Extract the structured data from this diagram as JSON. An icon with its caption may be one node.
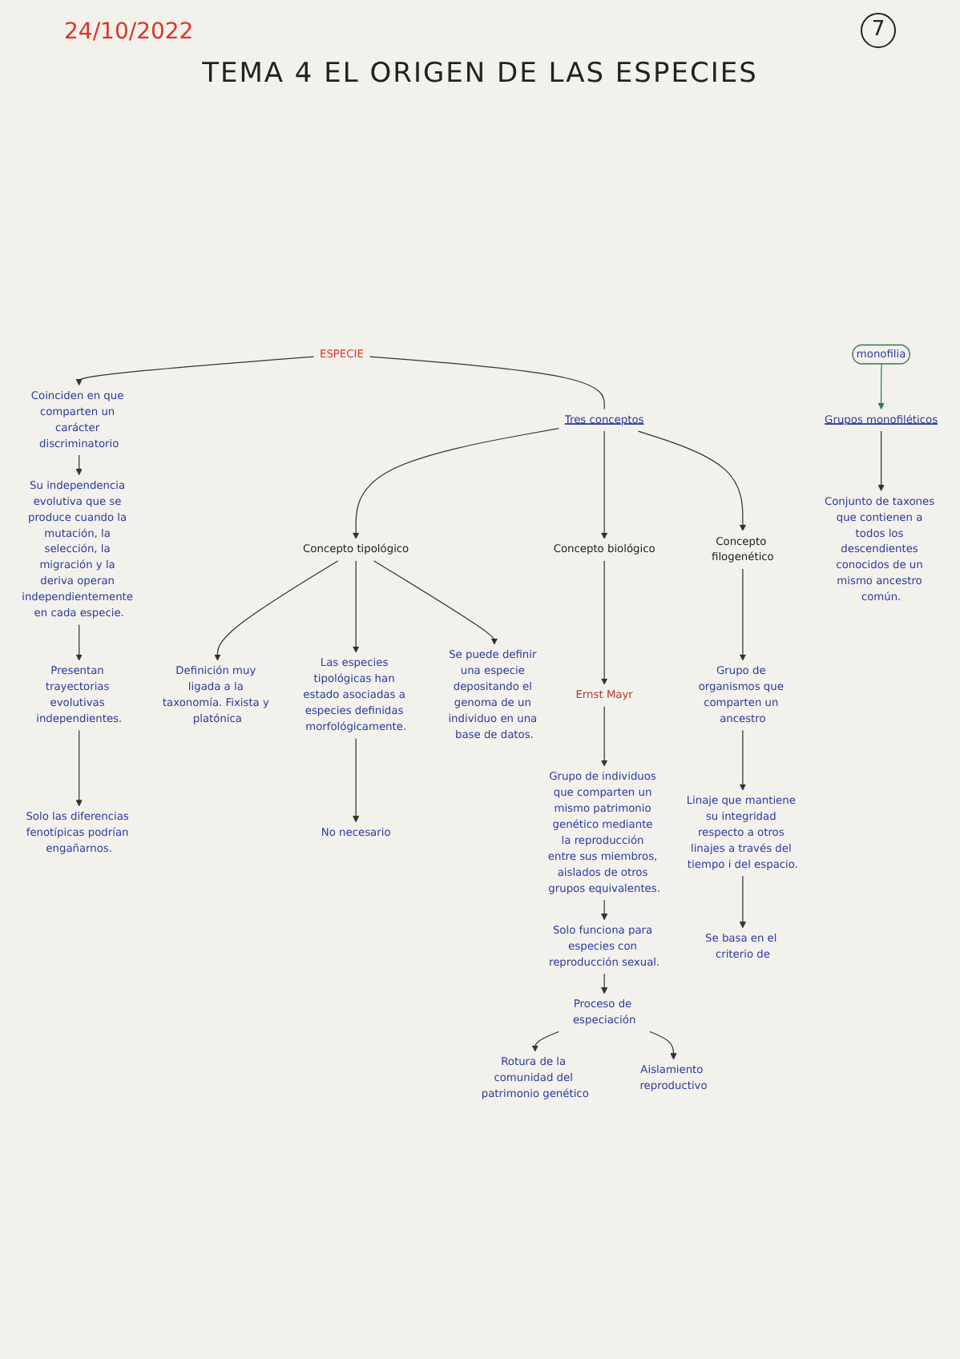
{
  "diagram": {
    "title": "TEMA 4 EL ORIGEN DE LAS ESPECIES",
    "nodes": [
      {
        "text": [
          "ESPECIE"
        ]
      },
      {
        "text": [
          "Coinciden en que comparten un carácter discriminatorio"
        ]
      },
      {
        "text": [
          "Su independencia evolutiva que se produce cuando la mutación, la selección, la migración y la deriva operan independientemente en cada especie."
        ]
      },
      {
        "text": [
          "Presentan trayectorias evolutivas independientes."
        ]
      },
      {
        "text": [
          "Solo las diferencias fenotípicas podrían engañarnos."
        ]
      },
      {
        "text": [
          "Tres conceptos"
        ]
      },
      {
        "text": [
          "Concepto tipológico"
        ]
      },
      {
        "text": [
          "Definición muy ligada a la taxonomía. Fixista y platónica"
        ]
      },
      {
        "text": [
          "Las especies tipológicas han estado asociadas a especies definidas morfológicamente."
        ]
      },
      {
        "text": [
          "No necesario"
        ]
      },
      {
        "text": [
          "Se puede definir una especie depositando el genoma de un individuo en una base de datos."
        ]
      },
      {
        "text": [
          "Concepto biológico"
        ]
      },
      {
        "text": [
          "Ernst Mayr"
        ]
      },
      {
        "text": [
          "Grupo de individuos que comparten un mismo patrimonio genético mediante la reproducción entre sus miembros, aislados de otros grupos equivalentes."
        ]
      },
      {
        "text": [
          "Solo funciona para especies con reproducción sexual."
        ]
      },
      {
        "text": [
          "Proceso de especiación"
        ]
      },
      {
        "text": [
          "Rotura de la comunidad del patrimonio genético"
        ]
      },
      {
        "text": [
          "Aislamiento reproductivo"
        ]
      },
      {
        "text": [
          "Concepto filogenético"
        ]
      },
      {
        "text": [
          "Grupo de organismos que comparten un ancestro"
        ]
      },
      {
        "text": [
          "Linaje que mantiene su integridad respecto a otros linajes a través del tiempo i del espacio."
        ]
      },
      {
        "text": [
          "Se basa en el criterio de"
        ]
      },
      {
        "text": [
          "monofilia"
        ]
      },
      {
        "text": [
          "Grupos monofiléticos"
        ]
      },
      {
        "text": [
          "Conjunto de taxones que contienen a todos los descendientes conocidos de un mismo ancestro común."
        ]
      }
    ],
    "edges": [
      {
        "from": 0,
        "to": 1,
        "arrow": "to"
      },
      {
        "from": 1,
        "to": 2,
        "arrow": "to"
      },
      {
        "from": 2,
        "to": 3,
        "arrow": "to"
      },
      {
        "from": 3,
        "to": 4,
        "arrow": "to"
      },
      {
        "from": 0,
        "to": 5,
        "arrow": "none"
      },
      {
        "from": 5,
        "to": 6,
        "arrow": "to"
      },
      {
        "from": 5,
        "to": 11,
        "arrow": "to"
      },
      {
        "from": 5,
        "to": 18,
        "arrow": "to"
      },
      {
        "from": 6,
        "to": 7,
        "arrow": "to"
      },
      {
        "from": 6,
        "to": 8,
        "arrow": "to"
      },
      {
        "from": 6,
        "to": 10,
        "arrow": "to"
      },
      {
        "from": 8,
        "to": 9,
        "arrow": "to"
      },
      {
        "from": 11,
        "to": 12,
        "arrow": "to"
      },
      {
        "from": 12,
        "to": 13,
        "arrow": "to"
      },
      {
        "from": 13,
        "to": 14,
        "arrow": "to"
      },
      {
        "from": 14,
        "to": 15,
        "arrow": "to"
      },
      {
        "from": 15,
        "to": 16,
        "arrow": "to"
      },
      {
        "from": 15,
        "to": 17,
        "arrow": "to"
      },
      {
        "from": 18,
        "to": 19,
        "arrow": "to"
      },
      {
        "from": 19,
        "to": 20,
        "arrow": "to"
      },
      {
        "from": 20,
        "to": 21,
        "arrow": "to"
      },
      {
        "from": 22,
        "to": 23,
        "arrow": "to",
        "color": "#2f7a55"
      },
      {
        "from": 23,
        "to": 24,
        "arrow": "to"
      }
    ],
    "labels": [
      "24/10/2022",
      "7"
    ]
  }
}
